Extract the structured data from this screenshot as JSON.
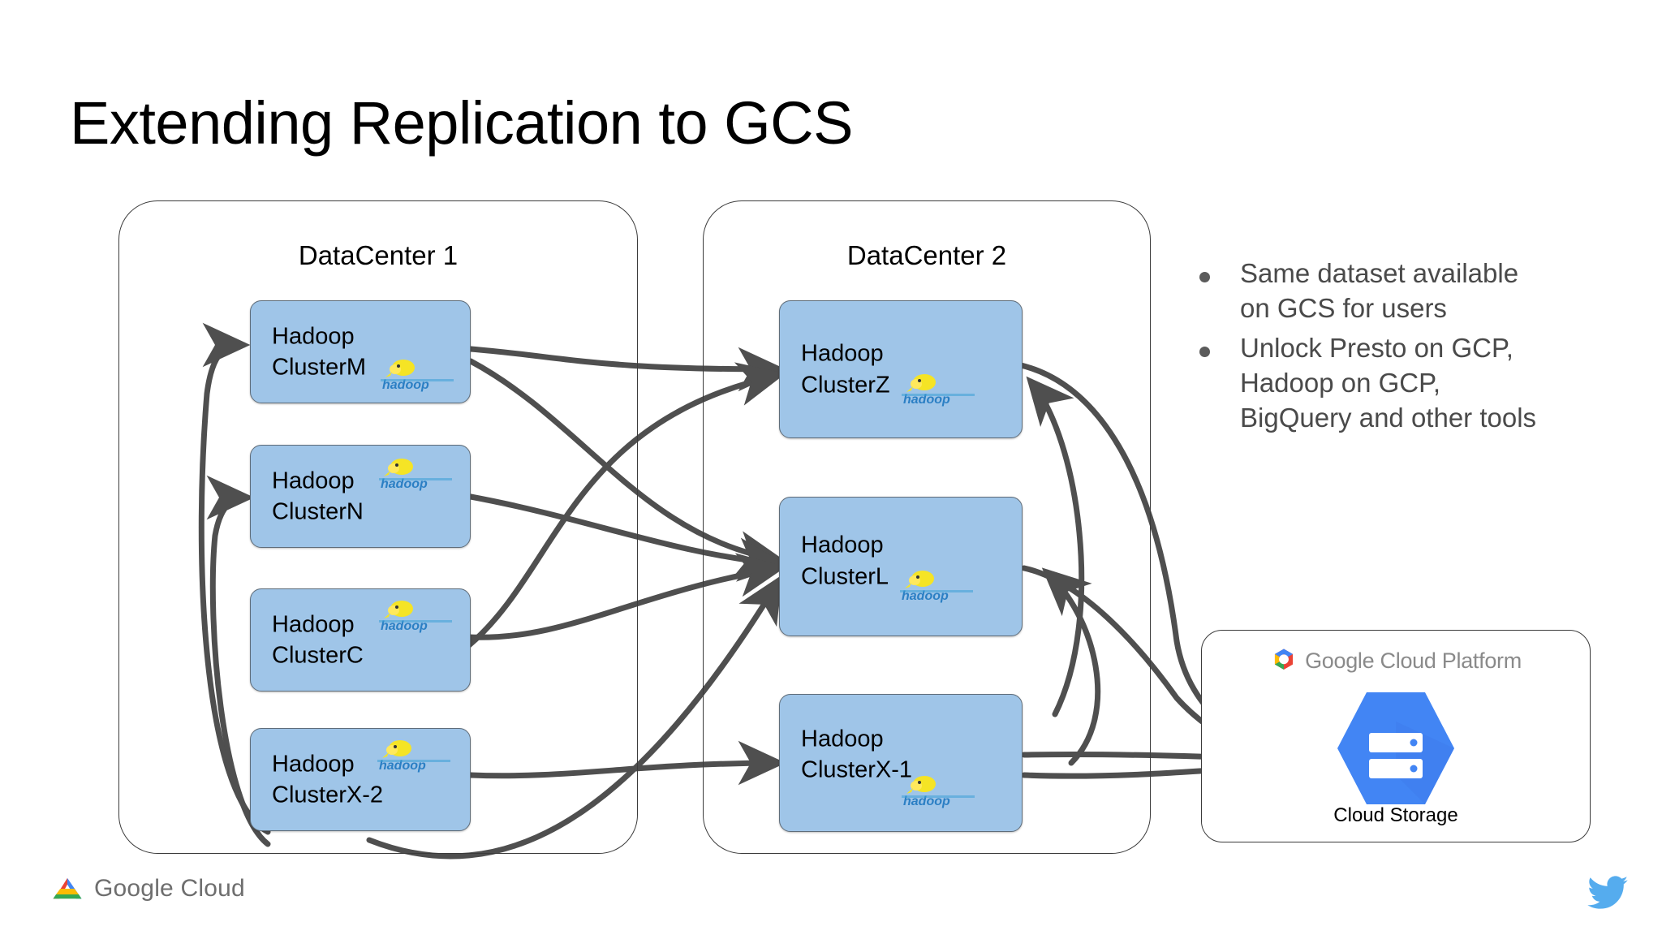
{
  "slide": {
    "title": "Extending Replication to GCS"
  },
  "datacenters": [
    {
      "id": "dc1",
      "label": "DataCenter 1",
      "clusters": [
        {
          "id": "clusterM",
          "line1": "Hadoop",
          "line2": "ClusterM",
          "logo": "hadoop-elephant-logo"
        },
        {
          "id": "clusterN",
          "line1": "Hadoop",
          "line2": "ClusterN",
          "logo": "hadoop-elephant-logo"
        },
        {
          "id": "clusterC",
          "line1": "Hadoop",
          "line2": "ClusterC",
          "logo": "hadoop-elephant-logo"
        },
        {
          "id": "clusterX2",
          "line1": "Hadoop",
          "line2": "ClusterX-2",
          "logo": "hadoop-elephant-logo"
        }
      ]
    },
    {
      "id": "dc2",
      "label": "DataCenter 2",
      "clusters": [
        {
          "id": "clusterZ",
          "line1": "Hadoop",
          "line2": "ClusterZ",
          "logo": "hadoop-elephant-logo"
        },
        {
          "id": "clusterL",
          "line1": "Hadoop",
          "line2": "ClusterL",
          "logo": "hadoop-elephant-logo"
        },
        {
          "id": "clusterX1",
          "line1": "Hadoop",
          "line2": "ClusterX-1",
          "logo": "hadoop-elephant-logo"
        }
      ]
    }
  ],
  "bullets": [
    {
      "text": "Same dataset available on GCS for users"
    },
    {
      "text": "Unlock Presto on GCP, Hadoop on GCP, BigQuery and other tools"
    }
  ],
  "gcp_card": {
    "header": "Google Cloud Platform",
    "header_icon": "google-cloud-platform-hex-icon",
    "service_icon": "cloud-storage-hex-icon",
    "service_label": "Cloud Storage"
  },
  "footer": {
    "brand": "Google Cloud",
    "brand_icon": "google-cloud-logo-icon",
    "social_icon": "twitter-bird-icon"
  },
  "colors": {
    "cluster_fill": "#9fc5e8",
    "cluster_border": "#5f6d7a",
    "edge": "#4f4f4f",
    "bullet_text": "#4a4a4a",
    "gcs_blue": "#4285f4",
    "twitter_blue": "#55acee"
  }
}
